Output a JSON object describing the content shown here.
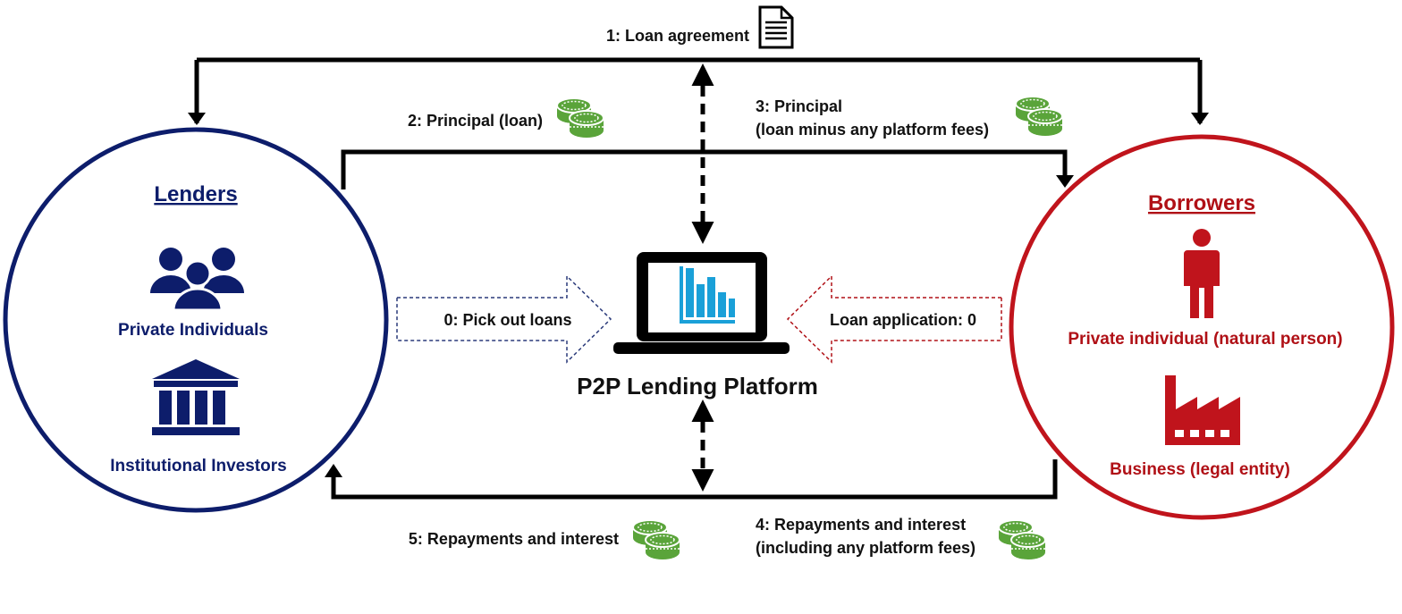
{
  "colors": {
    "lender": "#0d1d6b",
    "borrower": "#c0141c",
    "borrower_text": "#b01016",
    "flow_arrow": "#000000",
    "money": "#5aa43a",
    "chart_bars": "#1aa0d8"
  },
  "lenders": {
    "title": "Lenders",
    "items": [
      {
        "label": "Private Individuals",
        "icon": "people-group-icon"
      },
      {
        "label": "Institutional Investors",
        "icon": "bank-building-icon"
      }
    ]
  },
  "borrowers": {
    "title": "Borrowers",
    "items": [
      {
        "label": "Private individual (natural person)",
        "icon": "person-icon"
      },
      {
        "label": "Business (legal entity)",
        "icon": "factory-icon"
      }
    ]
  },
  "platform": {
    "label": "P2P Lending Platform",
    "icon": "laptop-chart-icon"
  },
  "flows": {
    "pick_out": "0: Pick out loans",
    "application": "Loan application: 0",
    "agreement": "1: Loan agreement",
    "principal_loan": "2: Principal (loan)",
    "principal_net_line1": "3: Principal",
    "principal_net_line2": "(loan minus any platform fees)",
    "repay_gross_line1": "4: Repayments and interest",
    "repay_gross_line2": "(including any platform fees)",
    "repay_net": "5: Repayments and interest"
  },
  "icons": {
    "agreement": "document-icon",
    "money": "coin-stack-icon"
  }
}
